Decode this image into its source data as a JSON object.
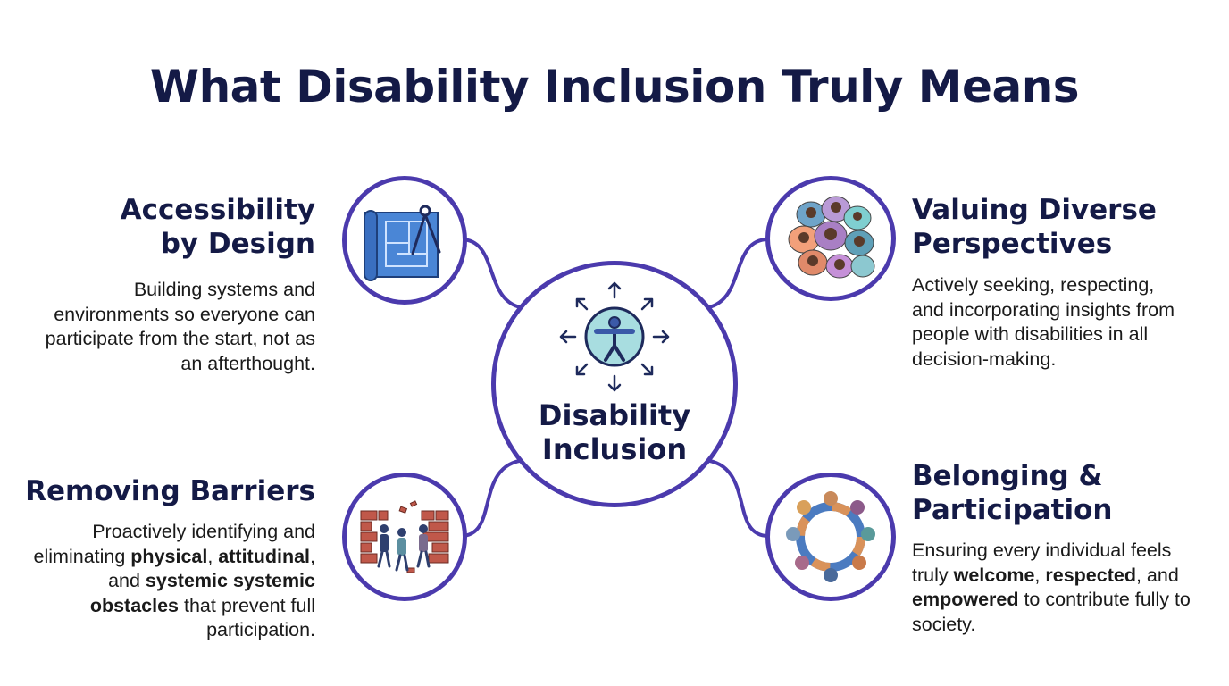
{
  "title": "What Disability Inclusion Truly Means",
  "center": {
    "label": "Disability\nInclusion",
    "icon": "accessibility-person-icon"
  },
  "colors": {
    "title": "#141a46",
    "ring": "#4b3aad",
    "text": "#1a1a1a"
  },
  "pillars": [
    {
      "heading": "Accessibility\nby Design",
      "description": [
        {
          "text": "Building systems and environments so everyone can participate from the start, not as an afterthought.",
          "bold": false
        }
      ],
      "icon": "blueprint-compass-icon"
    },
    {
      "heading": "Valuing Diverse\nPerspectives",
      "description": [
        {
          "text": "Actively seeking, respecting, and incorporating insights from people with disabilities in all decision-making.",
          "bold": false
        }
      ],
      "icon": "diverse-speech-bubbles-icon"
    },
    {
      "heading": "Removing Barriers",
      "description": [
        {
          "text": "Proactively identifying and eliminating ",
          "bold": false
        },
        {
          "text": "physical",
          "bold": true
        },
        {
          "text": ", ",
          "bold": false
        },
        {
          "text": "attitudinal",
          "bold": true
        },
        {
          "text": ", and ",
          "bold": false
        },
        {
          "text": "systemic",
          "bold": true
        },
        {
          "text": " ",
          "bold": false
        },
        {
          "text": "systemic obstacles",
          "bold": true
        },
        {
          "text": " that prevent full participation.",
          "bold": false
        }
      ],
      "icon": "breaking-wall-people-icon"
    },
    {
      "heading": "Belonging &\nParticipation",
      "description": [
        {
          "text": "Ensuring every individual feels truly ",
          "bold": false
        },
        {
          "text": "welcome",
          "bold": true
        },
        {
          "text": ", ",
          "bold": false
        },
        {
          "text": "respected",
          "bold": true
        },
        {
          "text": ", and ",
          "bold": false
        },
        {
          "text": "empowered",
          "bold": true
        },
        {
          "text": " to contribute fully to society.",
          "bold": false
        }
      ],
      "icon": "community-circle-icon"
    }
  ]
}
